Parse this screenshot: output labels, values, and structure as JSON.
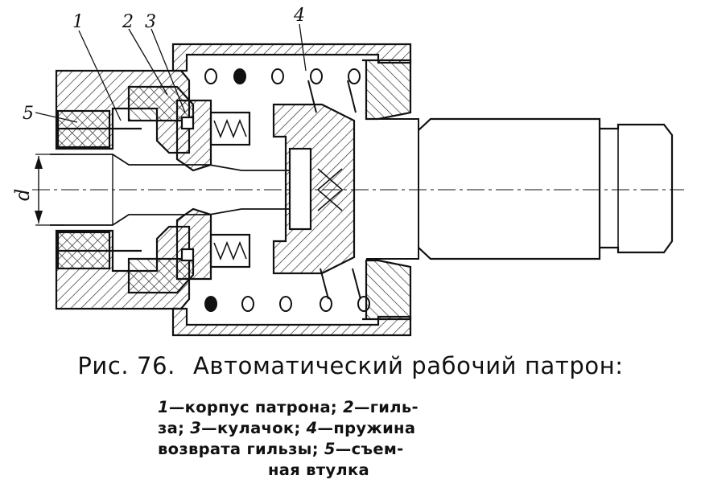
{
  "figure": {
    "callouts": [
      "1",
      "2",
      "3",
      "4",
      "5"
    ],
    "dimension_label": "d"
  },
  "caption": {
    "number": "Рис. 76.",
    "title": "Автоматический рабочий патрон:"
  },
  "legend": {
    "line1": {
      "n1": "1",
      "t1": "—корпус патрона; ",
      "n2": "2",
      "t2": "—гиль-"
    },
    "line2": {
      "t0": "за; ",
      "n3": "3",
      "t3": "—кулачок; ",
      "n4": "4",
      "t4": "—пружина"
    },
    "line3": {
      "t0": "возврата гильзы; ",
      "n5": "5",
      "t5": "—съем-"
    },
    "line4": {
      "t0": "ная втулка"
    }
  }
}
